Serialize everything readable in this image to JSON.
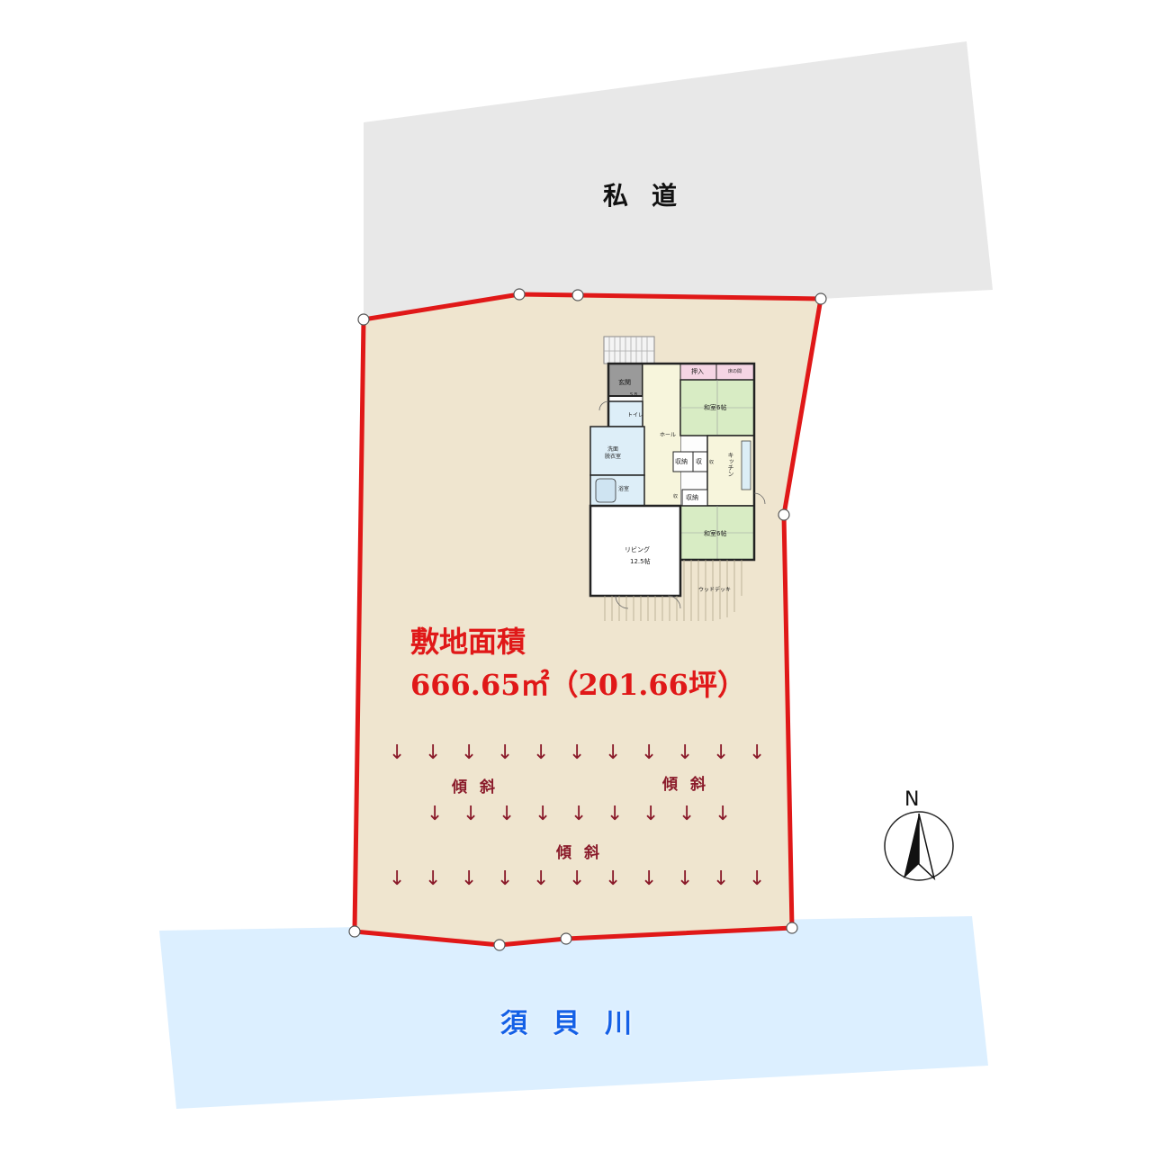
{
  "road": {
    "label": "私道",
    "color": "#e8e8e8"
  },
  "river": {
    "label": "須貝川",
    "color": "#dcefff",
    "label_color": "#1460e6"
  },
  "lot": {
    "fill": "#efe5cf",
    "border_color": "#e01818",
    "area_title": "敷地面積",
    "area_value": "666.65㎡（201.66坪）"
  },
  "slope": {
    "label": "傾斜",
    "arrow": "↓",
    "arrow_color": "#8a1a2a"
  },
  "compass": {
    "letter": "N",
    "icon": "north-arrow-icon"
  },
  "floor_plan": {
    "rooms": {
      "entrance": "玄関",
      "shoe_box": "S.B",
      "toilet": "トイレ",
      "washroom": "洗面\n脱衣室",
      "bath": "浴室",
      "hall": "ホール",
      "oshiire": "押入",
      "tokonoma": "床の間",
      "washitsu_1": "和室6帖",
      "washitsu_2": "和室6帖",
      "kitchen": "キッチン",
      "storage_1": "収納",
      "storage_2": "収",
      "storage_3": "収",
      "storage_4": "収",
      "storage_5": "収納",
      "living": "リビング",
      "living_size": "12.5帖",
      "deck": "ウッドデッキ"
    }
  }
}
